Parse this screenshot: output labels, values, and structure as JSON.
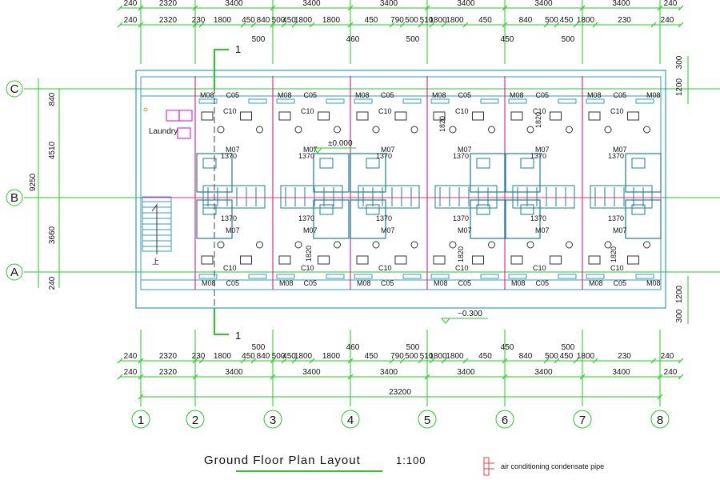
{
  "title": "Ground Floor Plan Layout",
  "scale": "1:100",
  "legend": {
    "label": "air conditioning condensate pipe"
  },
  "section_mark": "1",
  "laundry_label": "Laundry",
  "stair_mark": "上",
  "elevations": {
    "floor": "±0.000",
    "outside": "−0.300"
  },
  "axes_x": [
    "1",
    "2",
    "3",
    "4",
    "5",
    "6",
    "7",
    "8"
  ],
  "axes_y": [
    "C",
    "B",
    "A"
  ],
  "dims_top_overall": [
    "240",
    "2320",
    "3400",
    "3400",
    "3400",
    "3400",
    "3400",
    "3400",
    "240"
  ],
  "dims_top_detail": [
    "240",
    "2320",
    "230",
    "1800",
    "450",
    "840",
    "500",
    "450",
    "1800",
    "1800",
    "450",
    "790",
    "500",
    "510",
    "1800",
    "1800",
    "450",
    "840",
    "500",
    "450",
    "1800",
    "230",
    "240"
  ],
  "dims_top_small": [
    "500",
    "460",
    "500",
    "450",
    "500"
  ],
  "dims_bottom_small": [
    "500",
    "460",
    "500",
    "450",
    "500"
  ],
  "dims_bottom_detail": [
    "240",
    "2320",
    "230",
    "1800",
    "450",
    "840",
    "500",
    "450",
    "1800",
    "1800",
    "450",
    "790",
    "500",
    "510",
    "1800",
    "1800",
    "450",
    "840",
    "500",
    "450",
    "1800",
    "230",
    "240"
  ],
  "dims_bottom_overall": [
    "240",
    "2320",
    "3400",
    "3400",
    "3400",
    "3400",
    "3400",
    "3400",
    "240"
  ],
  "dims_total": "23200",
  "dims_left": {
    "total": "9250",
    "parts": [
      "840",
      "4510",
      "3660",
      "240"
    ]
  },
  "dims_right": {
    "top": [
      "300",
      "1200"
    ],
    "bottom": [
      "1200",
      "300"
    ]
  },
  "room_dim": "1370",
  "dims_1820": "1820",
  "tags": {
    "m08": "M08",
    "m07": "M07",
    "c05": "C05",
    "c10": "C10"
  },
  "colors": {
    "grid": "#22cc22",
    "wall": "#e0308a",
    "furniture": "#1a7f9a",
    "frame": "#2f9cc0",
    "text": "#111111",
    "laundry": "#e030d0",
    "axis_red": "#e04040"
  }
}
